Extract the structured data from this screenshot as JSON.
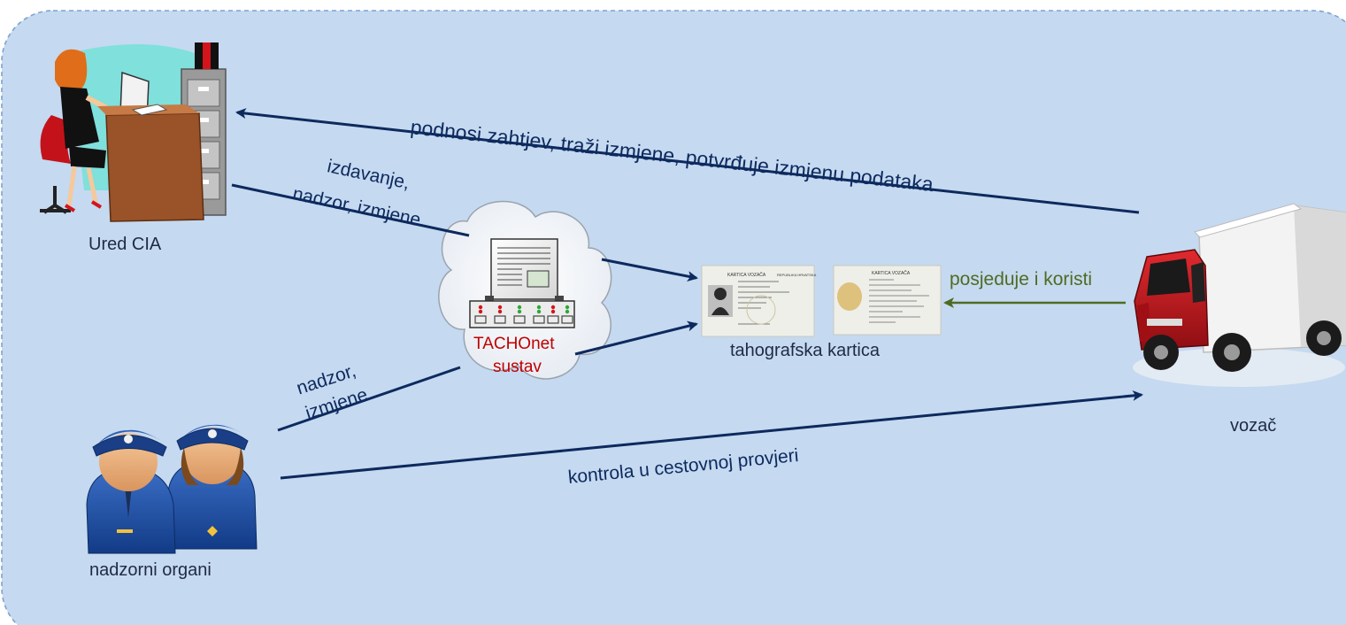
{
  "nodes": {
    "office": {
      "label": "Ured CIA"
    },
    "tachonet": {
      "line1": "TACHOnet",
      "line2": "sustav"
    },
    "card": {
      "label": "tahografska kartica",
      "front_title": "KARTICA VOZAČA",
      "front_country": "REPUBLIKA HRVATSKA",
      "back_title": "KARTICA VOZAČA"
    },
    "police": {
      "label": "nadzorni organi"
    },
    "driver": {
      "label": "vozač"
    }
  },
  "edges": {
    "driver_to_office": "podnosi zahtjev, traži izmjene, potvrđuje izmjenu podataka",
    "office_to_card_line1": "izdavanje,",
    "office_to_card_line2": "nadzor, izmjene",
    "police_to_card_line1": "nadzor,",
    "police_to_card_line2": "izmjene",
    "driver_to_card": "posjeduje i koristi",
    "police_to_driver": "kontrola u cestovnoj provjeri"
  },
  "colors": {
    "background": "#c5d9f0",
    "border": "#7fa3cf",
    "arrow": "#0d2a5e",
    "arrow_green": "#4f6b22",
    "tachonet_text": "#c00000",
    "truck_cab": "#c8141b"
  }
}
